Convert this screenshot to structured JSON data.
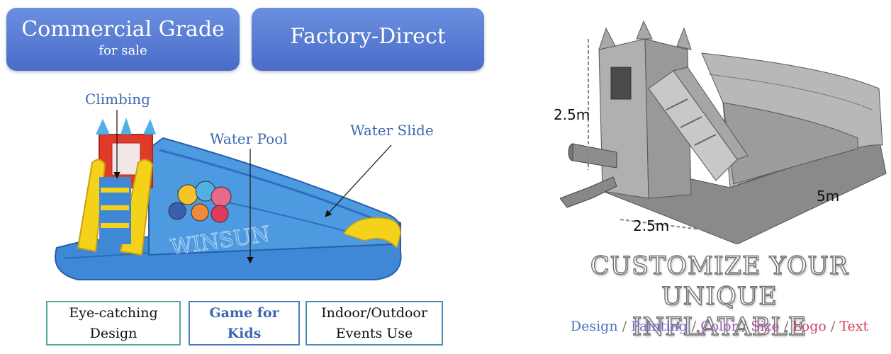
{
  "badges": {
    "commercial": {
      "title": "Commercial Grade",
      "subtitle": "for sale"
    },
    "factory": {
      "title": "Factory-Direct"
    }
  },
  "callouts": {
    "climbing": "Climbing",
    "water_pool": "Water Pool",
    "water_slide": "Water Slide"
  },
  "features": [
    {
      "line1": "Eye-catching",
      "line2": "Design"
    },
    {
      "line1": "Game for",
      "line2": "Kids"
    },
    {
      "line1": "Indoor/Outdoor",
      "line2": "Events Use"
    }
  ],
  "dimensions": {
    "height": "2.5m",
    "width": "2.5m",
    "length": "5m"
  },
  "watermark": "WINSUN",
  "customize": {
    "title_line1": "CUSTOMIZE YOUR UNIQUE",
    "title_line2": "INFLATABLE",
    "options": [
      {
        "label": "Design",
        "color": "#4a6fc0"
      },
      {
        "label": "Painting",
        "color": "#6f6ad0"
      },
      {
        "label": "Color",
        "color": "#a05ab8"
      },
      {
        "label": "Size",
        "color": "#b04aa0"
      },
      {
        "label": "Logo",
        "color": "#c8407a"
      },
      {
        "label": "Text",
        "color": "#d8405a"
      }
    ],
    "separator": "/"
  },
  "colors": {
    "badge_blue": "#5a7ed6",
    "callout_blue": "#3a6ab0",
    "slide_blue": "#3f88d6",
    "slide_yellow": "#f5d21a",
    "slide_red": "#e23a2a"
  }
}
